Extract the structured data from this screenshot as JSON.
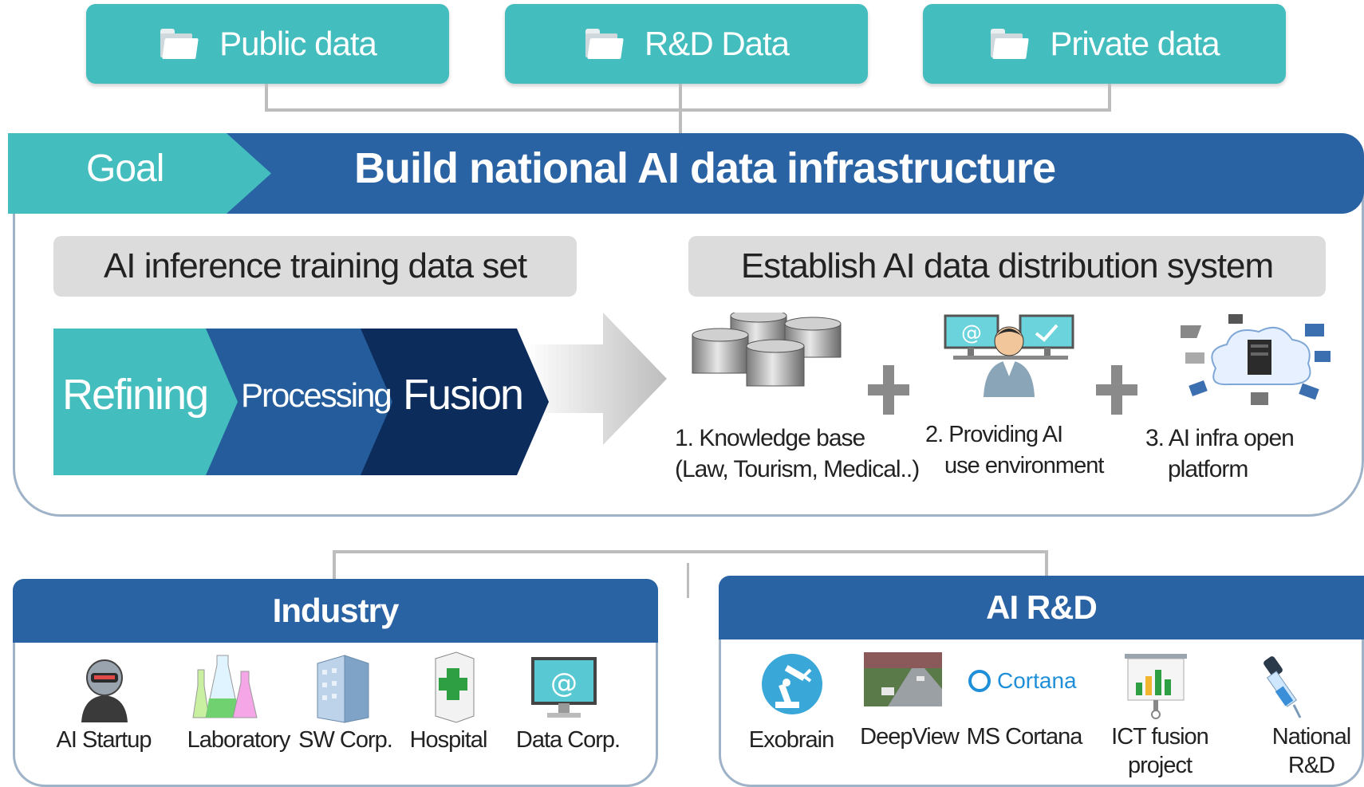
{
  "sources": [
    "Public data",
    "R&D Data",
    "Private data"
  ],
  "goal": {
    "label": "Goal",
    "title": "Build national AI data infrastructure"
  },
  "left_section": {
    "title": "AI inference training data set",
    "steps": [
      "Refining",
      "Processing",
      "Fusion"
    ]
  },
  "right_section": {
    "title": "Establish AI data distribution system",
    "components": [
      {
        "line1": "1. Knowledge base",
        "line2": "(Law, Tourism, Medical..)"
      },
      {
        "line1": "2. Providing AI",
        "line2": "use environment"
      },
      {
        "line1": "3. AI infra open",
        "line2": "platform"
      }
    ]
  },
  "industry": {
    "title": "Industry",
    "items": [
      "AI Startup",
      "Laboratory",
      "SW Corp.",
      "Hospital",
      "Data Corp."
    ]
  },
  "ai_rnd": {
    "title": "AI R&D",
    "items": [
      {
        "line1": "Exobrain",
        "line2": ""
      },
      {
        "line1": "DeepView",
        "line2": ""
      },
      {
        "line1": "MS Cortana",
        "line2": ""
      },
      {
        "line1": "ICT fusion",
        "line2": "project"
      },
      {
        "line1": "National",
        "line2": "R&D"
      }
    ],
    "cortana_logo_text": "Cortana"
  },
  "colors": {
    "teal": "#43bdbd",
    "blue": "#2a63a4",
    "mid_blue": "#255d9c",
    "navy": "#0c2c5c",
    "gray_box": "#dcdcdc"
  }
}
